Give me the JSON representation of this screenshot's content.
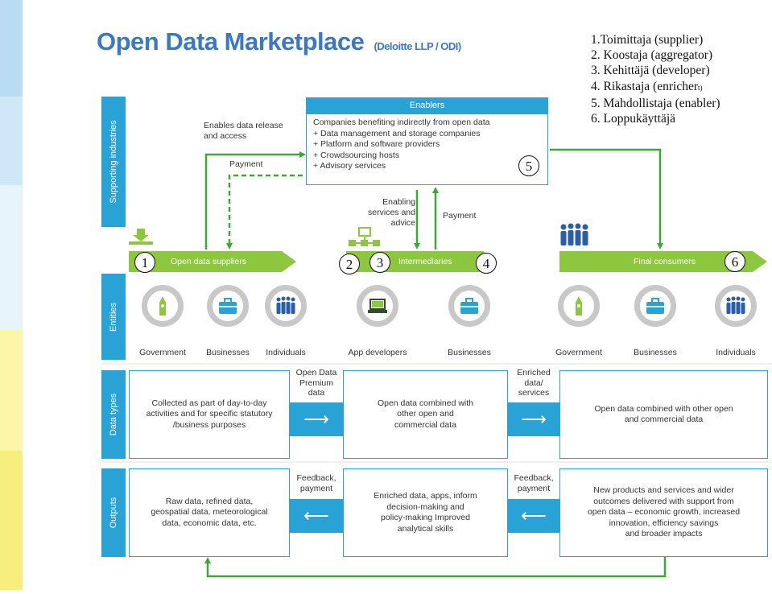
{
  "title": "Open Data Marketplace",
  "title_source": "(Deloitte LLP / ODI)",
  "legend": [
    "1.Toimittaja (supplier)",
    "2. Koostaja (aggregator)",
    "3. Kehittäjä (developer)",
    "4. Rikastaja (enricher",
    "t)",
    "5. Mahdollistaja (enabler)",
    "6. Loppukäyttäjä"
  ],
  "row_labels": {
    "supporting": "Supporting industries",
    "entities": "Entities",
    "data_types": "Data types",
    "outputs": "Outputs"
  },
  "enablers": {
    "header": "Enablers",
    "lead": "Companies benefiting indirectly from open data",
    "items": [
      "+ Data management and storage companies",
      "+ Platform and software providers",
      "+ Crowdsourcing hosts",
      "+ Advisory services"
    ]
  },
  "notes": {
    "enables_release": [
      "Enables data release",
      "and access"
    ],
    "payment_left": "Payment",
    "enabling_services": [
      "Enabling",
      "services and",
      "advice"
    ],
    "payment_mid": "Payment"
  },
  "flow": {
    "suppliers": "Open data suppliers",
    "intermediaries": "Intermediaries",
    "consumers": "Final consumers"
  },
  "numbers": [
    "1",
    "2",
    "3",
    "4",
    "5",
    "6"
  ],
  "entities": [
    {
      "label": "Government",
      "icon": "tower-icon"
    },
    {
      "label": "Businesses",
      "icon": "briefcase-icon"
    },
    {
      "label": "Individuals",
      "icon": "people-icon"
    },
    {
      "label": "App developers",
      "icon": "laptop-icon"
    },
    {
      "label": "Businesses",
      "icon": "briefcase-icon"
    },
    {
      "label": "Government",
      "icon": "tower-icon"
    },
    {
      "label": "Businesses",
      "icon": "briefcase-icon"
    },
    {
      "label": "Individuals",
      "icon": "people-icon"
    }
  ],
  "data_types": {
    "box1": [
      "Collected as part of day-to-day",
      "activities and for specific statutory",
      "/business purposes"
    ],
    "arrow1": [
      "Open Data",
      "Premium",
      "data"
    ],
    "box2": [
      "Open data combined with",
      "other open and",
      "commercial data"
    ],
    "arrow2": [
      "Enriched",
      "data/",
      "services"
    ],
    "box3": [
      "Open data combined with other open",
      "and commercial data"
    ]
  },
  "outputs": {
    "box1": [
      "Raw data, refined data,",
      "geospatial data, meteorological",
      "data, economic data, etc."
    ],
    "arrow1": [
      "Feedback,",
      "payment"
    ],
    "box2": [
      "Enriched data, apps, inform",
      "decision-making and",
      "policy-making Improved",
      "analytical skills"
    ],
    "arrow2": [
      "Feedback,",
      "payment"
    ],
    "box3": [
      "New products and services and wider",
      "outcomes delivered with support from",
      "open data – economic growth, increased",
      "innovation, efficiency savings",
      "and broader impacts"
    ]
  },
  "colors": {
    "blue": "#29a3d6",
    "green": "#8dc63f",
    "arrow_green": "#3aaa35",
    "title_blue": "#3b78c4",
    "ring_grey": "#c8c8c8"
  }
}
